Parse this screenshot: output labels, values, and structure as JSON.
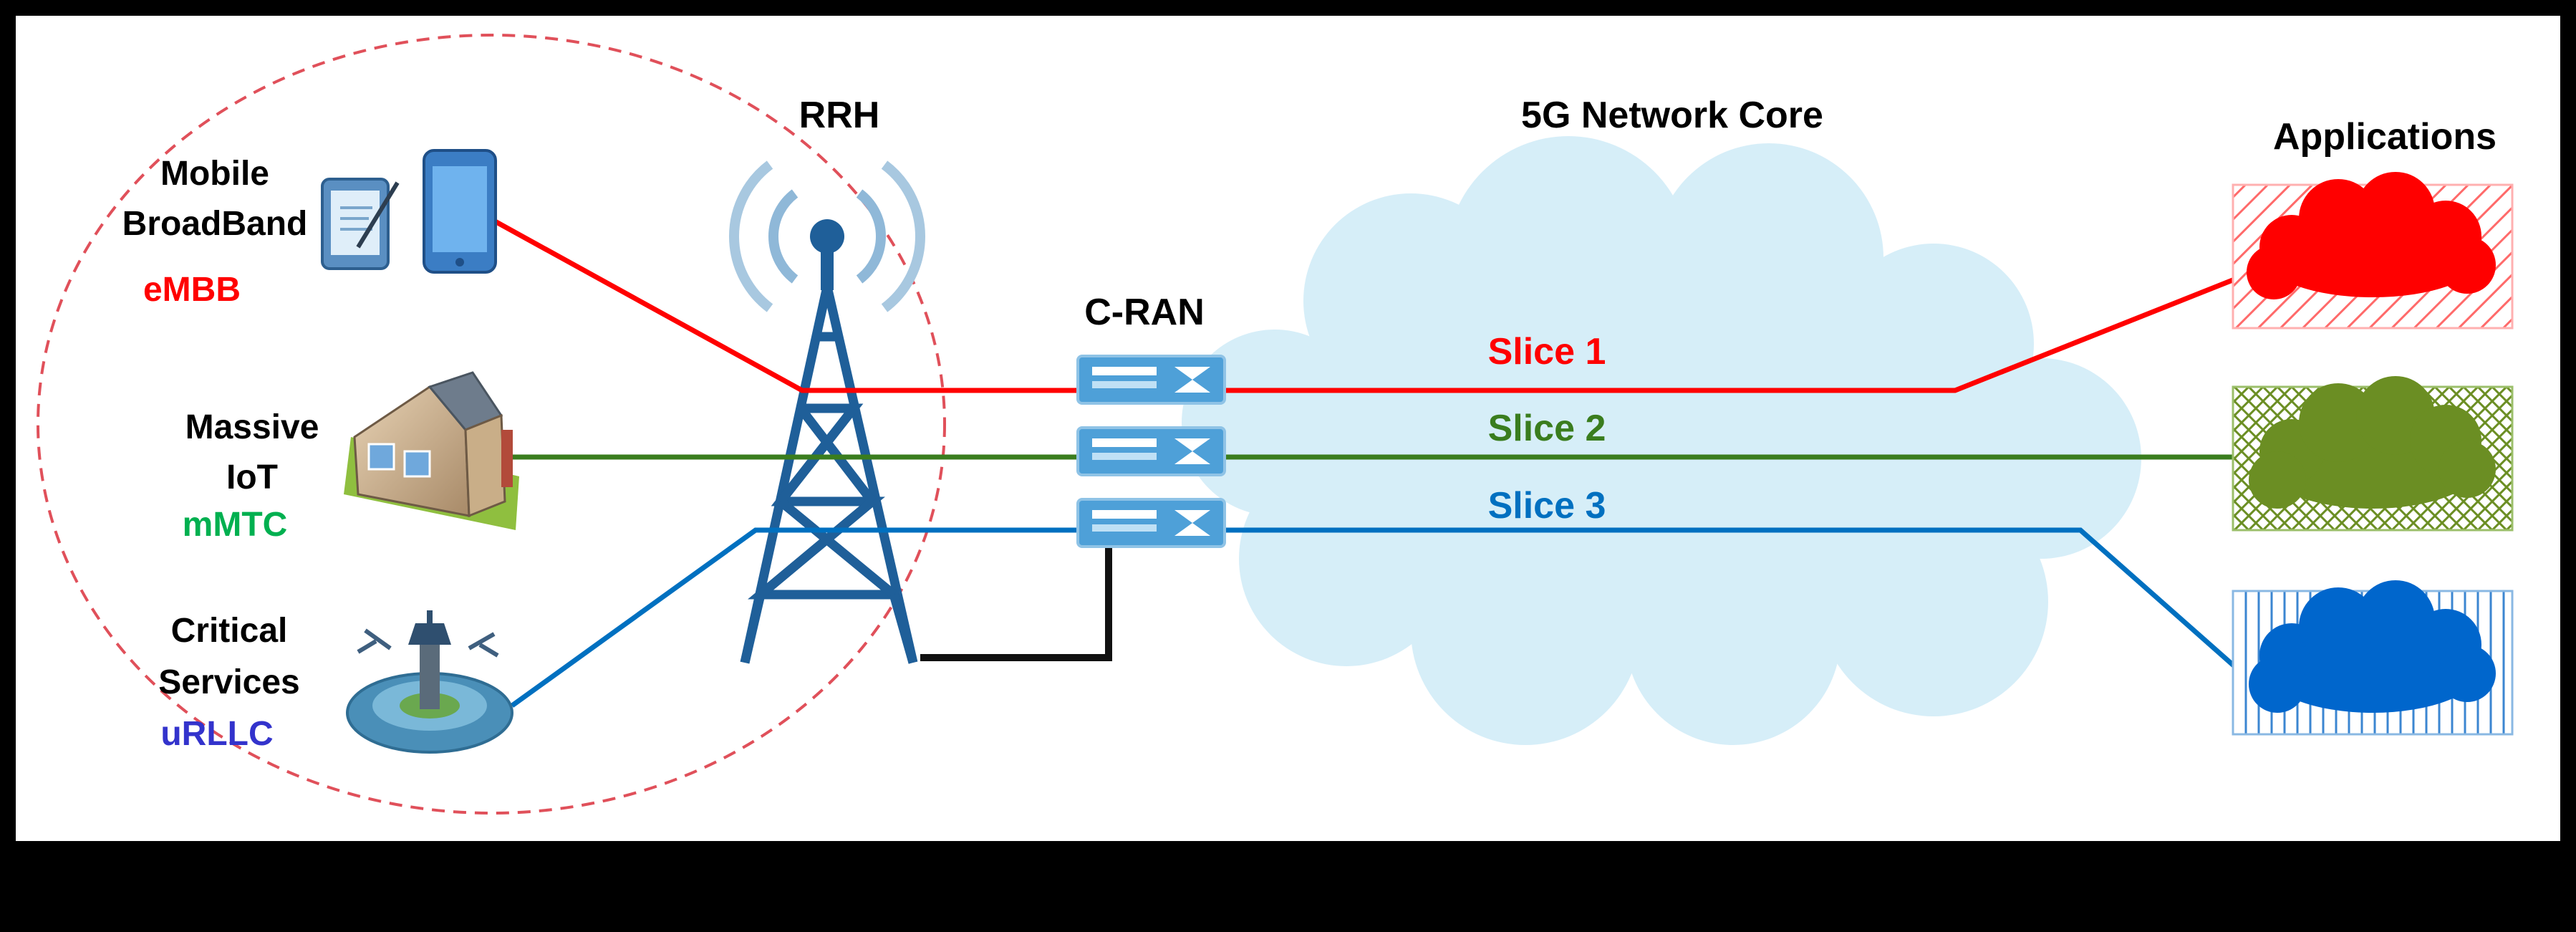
{
  "groups": {
    "embb": {
      "line1": "Mobile",
      "line2": "BroadBand",
      "tag": "eMBB"
    },
    "mmtc": {
      "line1": "Massive",
      "line2": "IoT",
      "tag": "mMTC"
    },
    "urllc": {
      "line1": "Critical",
      "line2": "Services",
      "tag": "uRLLC"
    }
  },
  "labels": {
    "rrh": "RRH",
    "cran": "C-RAN",
    "core": "5G Network Core",
    "applications": "Applications"
  },
  "slices": [
    {
      "label": "Slice 1",
      "color": "#ff0000"
    },
    {
      "label": "Slice 2",
      "color": "#3a7d1e"
    },
    {
      "label": "Slice 3",
      "color": "#0070c0"
    }
  ],
  "colors": {
    "embb_tag": "#ff0000",
    "mmtc_tag": "#00b050",
    "urllc_tag": "#3333cc",
    "cloud_core": "#d6eef8",
    "tower": "#1f5f99",
    "app1": "#ff0000",
    "app2": "#6b8e23",
    "app3": "#0066cc"
  },
  "icons": [
    "tablet-icon",
    "smartphone-icon",
    "house-icon",
    "control-tower-icon",
    "antenna-tower-icon",
    "server-rack-icon",
    "cloud-icon"
  ]
}
